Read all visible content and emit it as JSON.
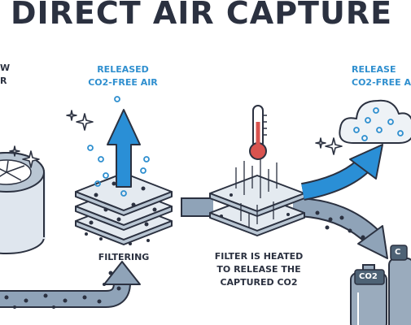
{
  "title": "DIRECT AIR CAPTURE",
  "labels": {
    "released_1": [
      "RELEASED",
      "CO2-FREE AIR"
    ],
    "released_2": [
      "RELEASE",
      "CO2-FREE A"
    ],
    "filtering": "FILTERING",
    "heated": [
      "FILTER IS HEATED",
      "TO RELEASE THE",
      "CAPTURED CO2"
    ],
    "left_partial": [
      "W",
      "R"
    ],
    "tank_label": "CO2",
    "tank_label_2": "C"
  },
  "colors": {
    "outline": "#2b3140",
    "accent_blue": "#2f8fcf",
    "arrow_blue": "#2a8fd6",
    "arrow_gray": "#7f93a8",
    "light_fill": "#e4eaf0",
    "thermometer_red": "#d9534f"
  },
  "icons": [
    "sparkle-icon",
    "thermometer-icon",
    "cloud-icon",
    "fan-icon",
    "co2-tank-icon",
    "filter-stack-icon"
  ]
}
